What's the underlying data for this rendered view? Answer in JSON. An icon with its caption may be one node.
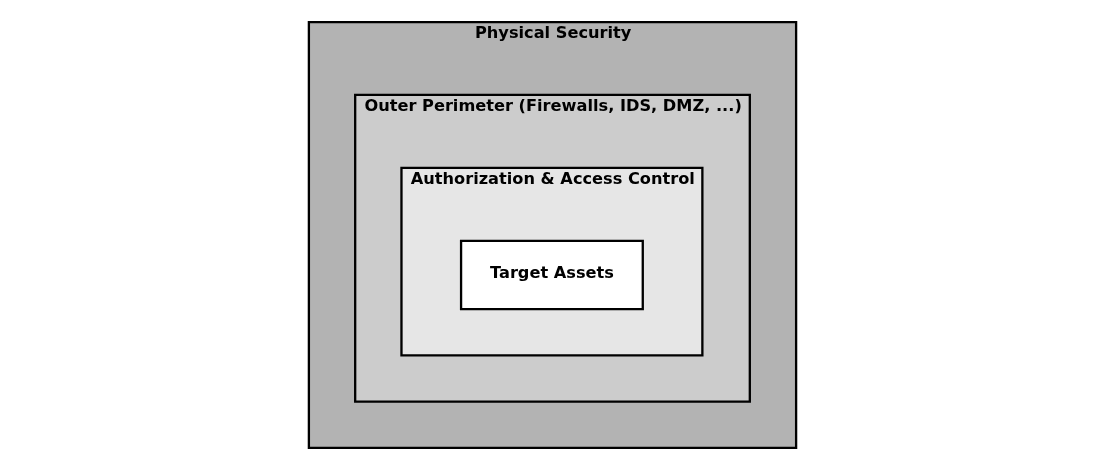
{
  "diagram": {
    "nodes": [
      {
        "text": [
          "Physical Security"
        ]
      },
      {
        "text": [
          "Outer Perimeter (Firewalls, IDS, DMZ, ...)"
        ],
        "in": 0
      },
      {
        "text": [
          "Authorization & Access Control"
        ],
        "in": 1
      },
      {
        "text": [
          "Target Assets"
        ],
        "in": 2
      }
    ]
  }
}
